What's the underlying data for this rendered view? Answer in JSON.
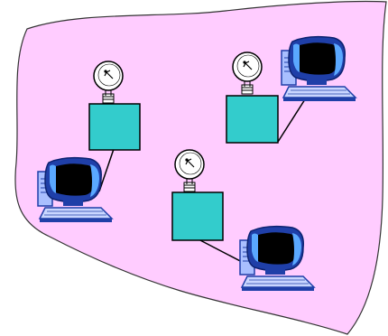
{
  "diagram": {
    "colors": {
      "background": "#ffffff",
      "region_fill": "#ffccff",
      "region_stroke": "#333333",
      "box_fill": "#33cccc",
      "box_stroke": "#000000",
      "link_stroke": "#000000",
      "dish_fill": "#ffffff",
      "monitor_frame": "#1f3fa8",
      "monitor_screen": "#000000",
      "monitor_highlight": "#5aa8ff",
      "keyboard": "#c9d6ff",
      "tower": "#a9bfff"
    },
    "icons": {
      "dish": "satellite-dish-icon",
      "computer": "desktop-computer-icon",
      "box": "transmitter-box"
    },
    "nodes": [
      {
        "id": "node-left"
      },
      {
        "id": "node-top-right"
      },
      {
        "id": "node-center"
      }
    ]
  }
}
